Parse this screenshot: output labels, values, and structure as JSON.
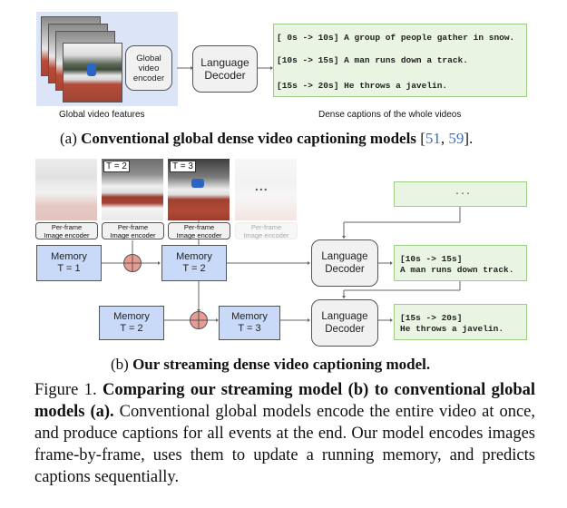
{
  "part_a": {
    "encoder_label": [
      "Global",
      "video",
      "encoder"
    ],
    "decoder_label": [
      "Language",
      "Decoder"
    ],
    "captions": [
      "[ 0s -> 10s] A group of people gather in snow.",
      "[10s -> 15s] A man runs down a track.",
      "[15s -> 20s] He throws a javelin."
    ],
    "features_label": "Global video features",
    "captions_label": "Dense captions of the whole videos",
    "subcaption_prefix": "(a) ",
    "subcaption_bold": "Conventional global dense video captioning models",
    "subcaption_cite_open": " [",
    "subcaption_cite1": "51",
    "subcaption_cite_sep": ", ",
    "subcaption_cite2": "59",
    "subcaption_cite_close": "]."
  },
  "part_b": {
    "frame_labels": [
      "T = 2",
      "T = 3"
    ],
    "ellipsis_frame": "...",
    "encoder_label_line1": "Per-frame",
    "encoder_label_line2": "Image encoder",
    "memory_t1": [
      "Memory",
      "T = 1"
    ],
    "memory_t2_top": [
      "Memory",
      "T = 2"
    ],
    "memory_t2_bottom": [
      "Memory",
      "T = 2"
    ],
    "memory_t3": [
      "Memory",
      "T = 3"
    ],
    "decoder_label": [
      "Language",
      "Decoder"
    ],
    "prev_caption": "...",
    "caption_1": [
      "[10s -> 15s]",
      "A man runs down track."
    ],
    "caption_2": [
      "[15s -> 20s]",
      "He throws a javelin."
    ],
    "subcaption_prefix": "(b) ",
    "subcaption_bold": "Our streaming dense video captioning model."
  },
  "figure_caption": {
    "label": "Figure 1. ",
    "bold": "Comparing our streaming model (b) to conventional global models (a).",
    "body": " Conventional global models encode the entire video at once, and produce captions for all events at the end. Our model encodes images frame-by-frame, uses them to update a running memory, and predicts captions sequentially."
  }
}
